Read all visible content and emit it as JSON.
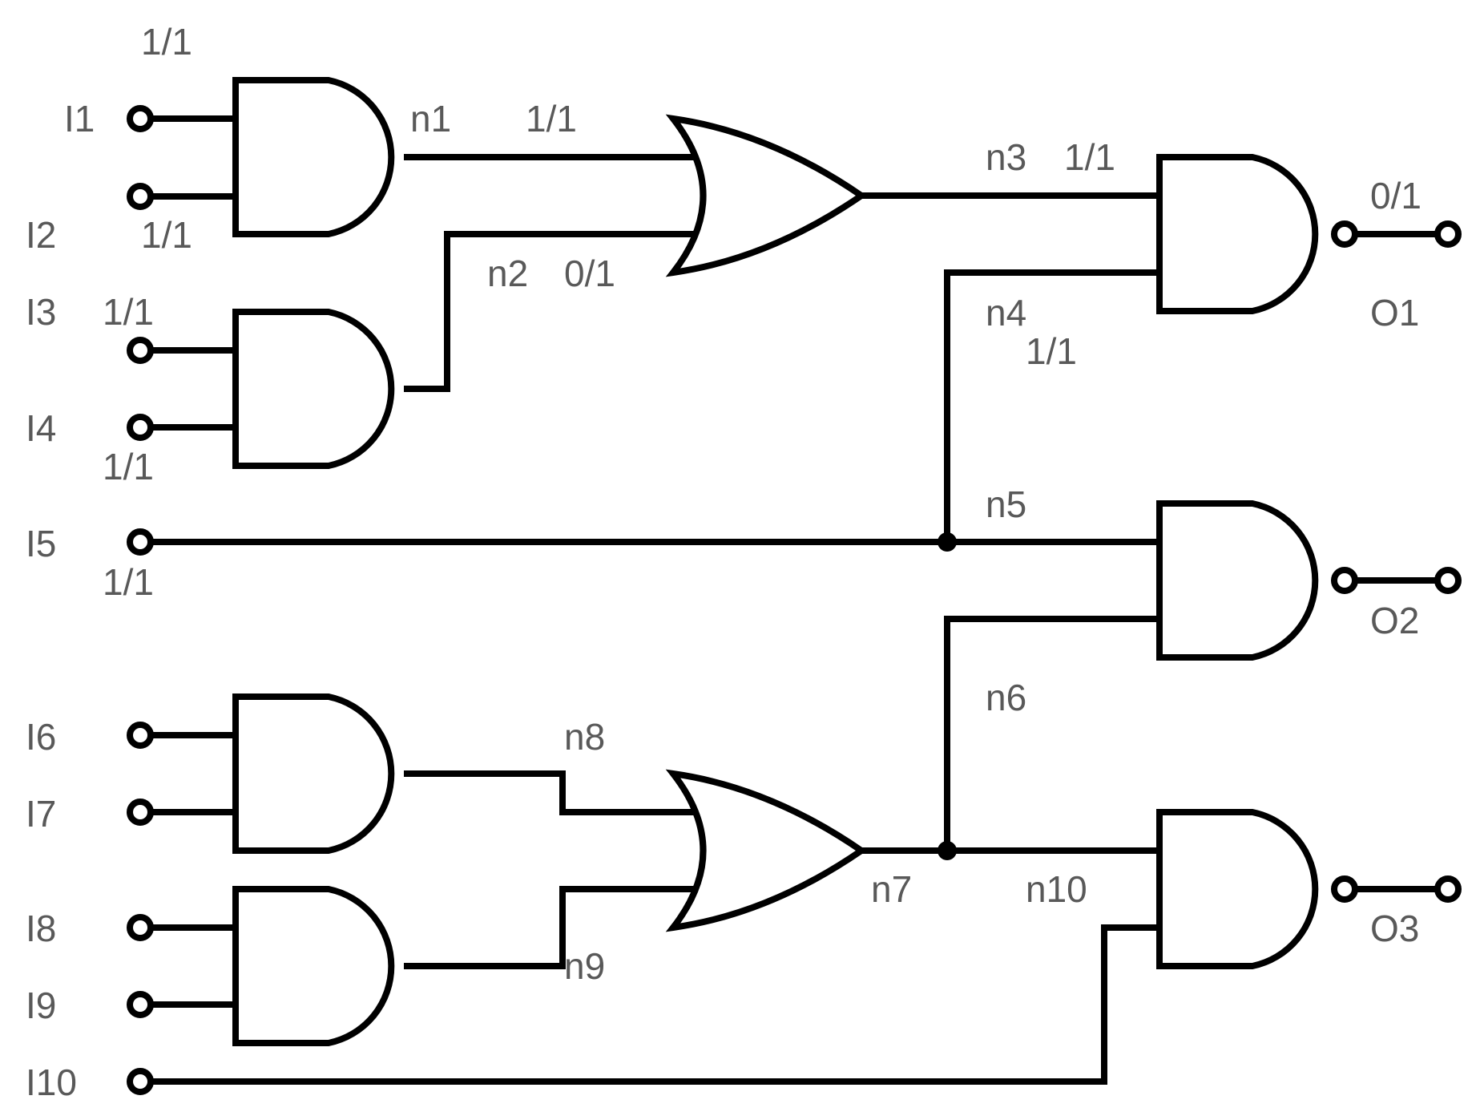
{
  "inputs": [
    "I1",
    "I2",
    "I3",
    "I4",
    "I5",
    "I6",
    "I7",
    "I8",
    "I9",
    "I10"
  ],
  "outputs": [
    "O1",
    "O2",
    "O3"
  ],
  "nets": [
    "n1",
    "n2",
    "n3",
    "n4",
    "n5",
    "n6",
    "n7",
    "n8",
    "n9",
    "n10"
  ],
  "values": {
    "i1": "1/1",
    "i2": "1/1",
    "i3": "1/1",
    "i4": "1/1",
    "i5": "1/1",
    "n1": "1/1",
    "n2": "0/1",
    "n3": "1/1",
    "n4": "1/1",
    "o1": "0/1"
  },
  "gates": [
    {
      "id": "and1",
      "type": "AND"
    },
    {
      "id": "and2",
      "type": "AND"
    },
    {
      "id": "or1",
      "type": "OR"
    },
    {
      "id": "nand1",
      "type": "NAND"
    },
    {
      "id": "nand2",
      "type": "NAND"
    },
    {
      "id": "and3",
      "type": "AND"
    },
    {
      "id": "and4",
      "type": "AND"
    },
    {
      "id": "or2",
      "type": "OR"
    },
    {
      "id": "nand3",
      "type": "NAND"
    }
  ]
}
